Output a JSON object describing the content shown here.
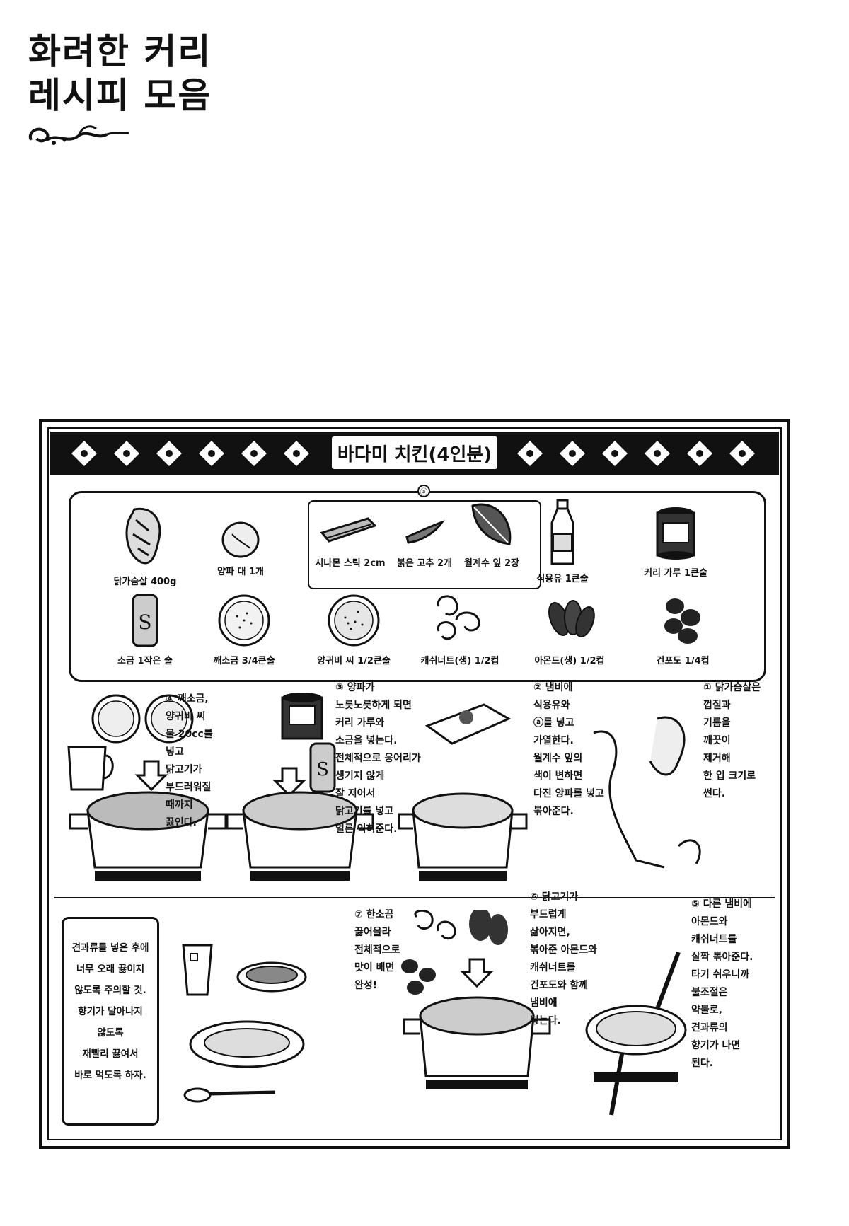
{
  "page": {
    "title_line1": "화려한 커리",
    "title_line2": "레시피 모음"
  },
  "recipe": {
    "title": "바다미 치킨(4인분)",
    "marker": "ⓐ",
    "ingredients_row1": [
      {
        "label": "닭가슴살 400g",
        "icon": "chicken-breast-icon"
      },
      {
        "label": "양파 대 1개",
        "icon": "onion-icon"
      },
      {
        "label": "시나몬 스틱 2cm",
        "icon": "cinnamon-stick-icon"
      },
      {
        "label": "붉은 고추 2개",
        "icon": "red-pepper-icon"
      },
      {
        "label": "월계수 잎 2장",
        "icon": "bay-leaf-icon"
      },
      {
        "label": "식용유 1큰술",
        "icon": "oil-bottle-icon"
      },
      {
        "label": "커리 가루 1큰술",
        "icon": "curry-powder-can-icon"
      }
    ],
    "ingredients_row2": [
      {
        "label": "소금 1작은 술",
        "icon": "salt-shaker-icon"
      },
      {
        "label": "깨소금 3/4큰술",
        "icon": "sesame-salt-icon"
      },
      {
        "label": "양귀비 씨 1/2큰술",
        "icon": "poppy-seed-icon"
      },
      {
        "label": "캐쉬너트(생) 1/2컵",
        "icon": "cashew-icon"
      },
      {
        "label": "아몬드(생) 1/2컵",
        "icon": "almond-icon"
      },
      {
        "label": "건포도 1/4컵",
        "icon": "raisin-icon"
      }
    ],
    "steps": {
      "step1": [
        "① 닭가슴살은",
        "껍질과",
        "기름을",
        "깨끗이",
        "제거해",
        "한 입 크기로",
        "썬다."
      ],
      "step2": [
        "② 냄비에",
        "식용유와",
        "ⓐ를 넣고",
        "가열한다.",
        "월계수 잎의",
        "색이 변하면",
        "다진 양파를 넣고",
        "볶아준다."
      ],
      "step3": [
        "③ 양파가",
        "노릇노릇하게 되면",
        "커리 가루와",
        "소금을 넣는다.",
        "전체적으로 응어리가",
        "생기지 않게",
        "잘 저어서",
        "닭고기를 넣고",
        "얼른 익혀준다."
      ],
      "step4": [
        "④ 깨소금,",
        "양귀비 씨",
        "물 20cc를",
        "넣고",
        "닭고기가",
        "부드러워질",
        "때까지",
        "끓인다."
      ],
      "step5": [
        "⑤ 다른 냄비에",
        "아몬드와",
        "캐쉬너트를",
        "살짝 볶아준다.",
        "타기 쉬우니까",
        "불조절은",
        "약불로,",
        "견과류의",
        "향기가 나면",
        "된다."
      ],
      "step6": [
        "⑥ 닭고기가",
        "부드럽게",
        "삶아지면,",
        "볶아준 아몬드와",
        "캐쉬너트를",
        "건포도와 함께",
        "냄비에",
        "넣는다."
      ],
      "step7": [
        "⑦ 한소끔",
        "끓어올라",
        "전체적으로",
        "맛이 배면",
        "완성!"
      ]
    },
    "note": [
      "견과류를 넣은 후에",
      "너무 오래 끓이지",
      "않도록 주의할 것.",
      "향기가 달아나지",
      "않도록",
      "재빨리 끓여서",
      "바로 먹도록 하자."
    ]
  }
}
